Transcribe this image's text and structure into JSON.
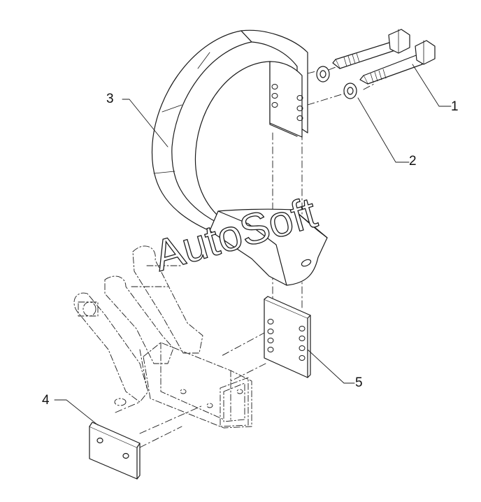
{
  "callouts": [
    {
      "id": "1",
      "text": "1"
    },
    {
      "id": "2",
      "text": "2"
    },
    {
      "id": "3",
      "text": "3"
    },
    {
      "id": "4",
      "text": "4"
    },
    {
      "id": "5",
      "text": "5"
    }
  ],
  "watermark": {
    "text": "AutoSoft"
  },
  "colors": {
    "line": "#1a1a1a",
    "fill": "#ffffff",
    "shade": "#e6e6e6",
    "hole": "#d0d0d0"
  }
}
